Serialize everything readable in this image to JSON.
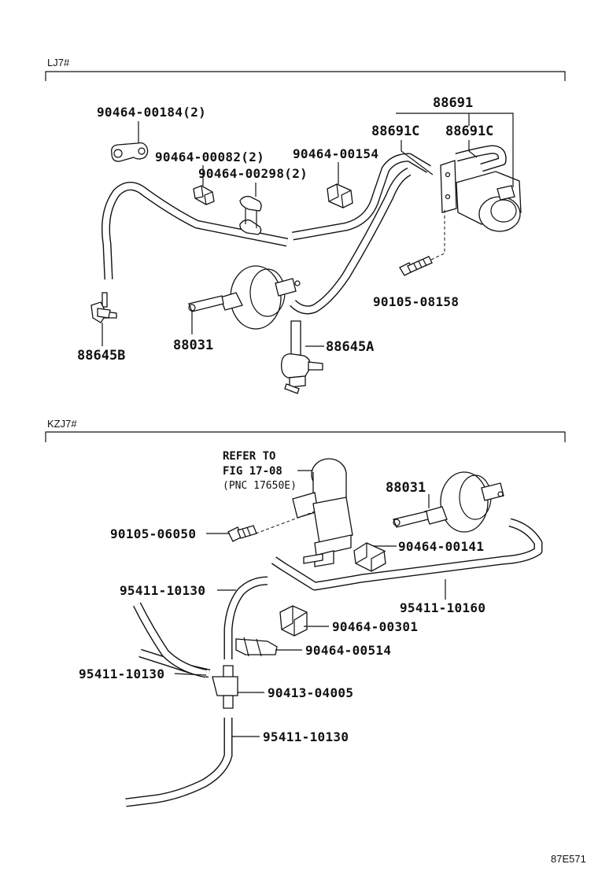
{
  "sections": [
    {
      "code": "LJ7#",
      "parts": {
        "p1": "90464-00184(2)",
        "p2": "90464-00082(2)",
        "p3": "90464-00298(2)",
        "p4": "90464-00154",
        "p5": "88691",
        "p6": "88691C",
        "p7": "88691C",
        "p8": "90105-08158",
        "p9": "88645B",
        "p10": "88031",
        "p11": "88645A"
      }
    },
    {
      "code": "KZJ7#",
      "refer": [
        "REFER TO",
        "FIG 17-08",
        "(PNC 17650E)"
      ],
      "parts": {
        "p1": "88031",
        "p2": "90105-06050",
        "p3": "90464-00141",
        "p4": "95411-10130",
        "p5": "95411-10160",
        "p6": "90464-00301",
        "p7": "90464-00514",
        "p8": "95411-10130",
        "p9": "90413-04005",
        "p10": "95411-10130"
      }
    }
  ],
  "figure_code": "87E571"
}
